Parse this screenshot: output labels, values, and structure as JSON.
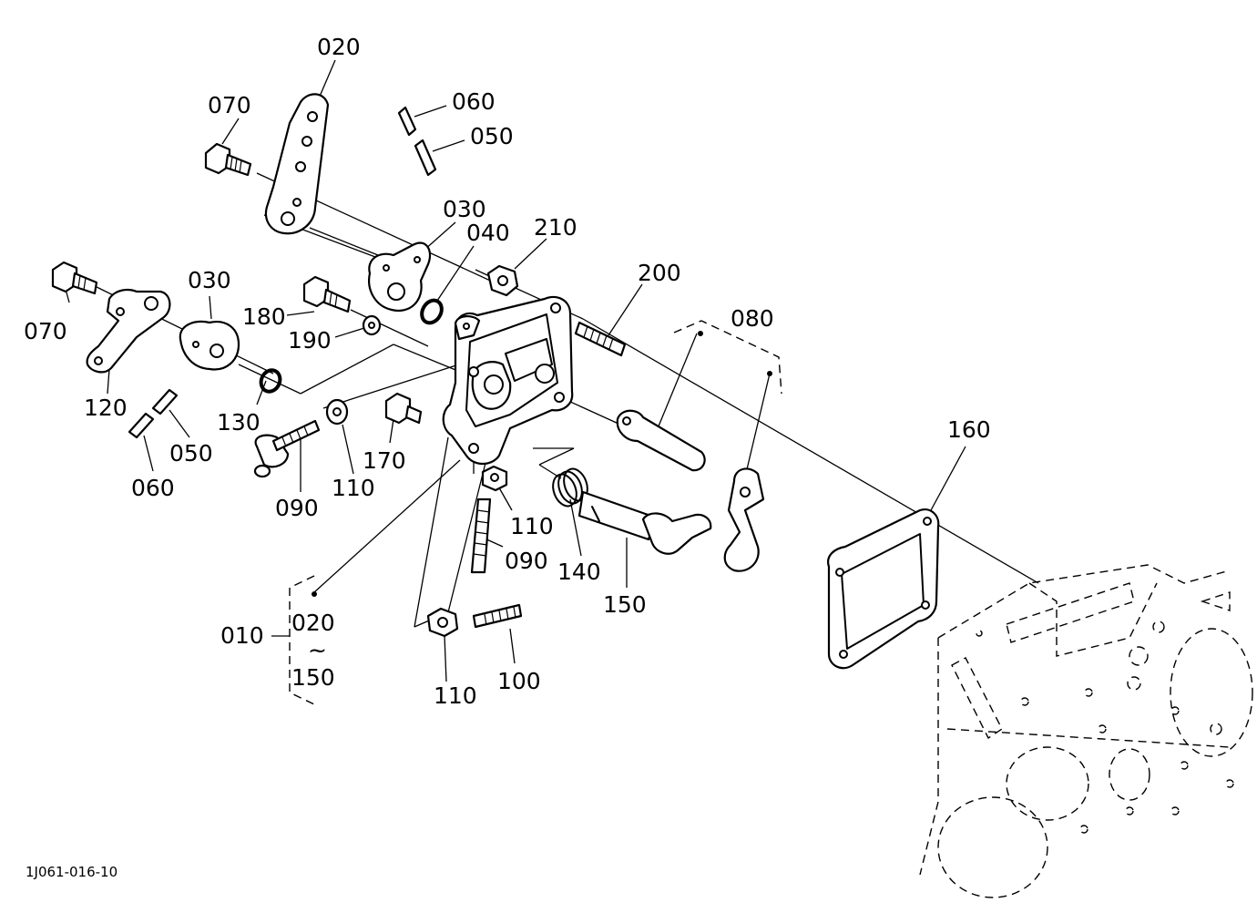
{
  "diagram": {
    "code": "1J061-016-10",
    "labels": {
      "l020_top": "020",
      "l070_top": "070",
      "l060_top": "060",
      "l050_top": "050",
      "l030_mid": "030",
      "l040": "040",
      "l210": "210",
      "l070_left": "070",
      "l030_left": "030",
      "l180": "180",
      "l190": "190",
      "l200": "200",
      "l080": "080",
      "l120": "120",
      "l130": "130",
      "l050_left": "050",
      "l060_left": "060",
      "l110_a": "110",
      "l170": "170",
      "l090_a": "090",
      "l160": "160",
      "l110_b": "110",
      "l090_b": "090",
      "l140": "140",
      "l150": "150",
      "l010": "010",
      "l020_range": "020",
      "l_tilde": "~",
      "l150_range": "150",
      "l110_c": "110",
      "l100": "100"
    }
  },
  "colors": {
    "ink": "#000000",
    "paper": "#ffffff"
  }
}
